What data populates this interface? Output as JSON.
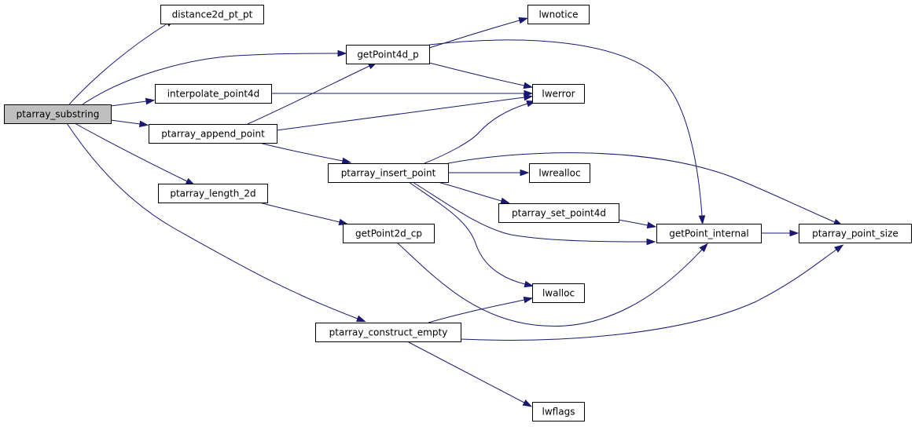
{
  "nodes": [
    {
      "id": "ptarray_substring",
      "label": "ptarray_substring",
      "highlighted": true
    },
    {
      "id": "distance2d_pt_pt",
      "label": "distance2d_pt_pt"
    },
    {
      "id": "getPoint4d_p",
      "label": "getPoint4d_p"
    },
    {
      "id": "interpolate_point4d",
      "label": "interpolate_point4d"
    },
    {
      "id": "ptarray_append_point",
      "label": "ptarray_append_point"
    },
    {
      "id": "ptarray_length_2d",
      "label": "ptarray_length_2d"
    },
    {
      "id": "ptarray_construct_empty",
      "label": "ptarray_construct_empty"
    },
    {
      "id": "lwnotice",
      "label": "lwnotice"
    },
    {
      "id": "lwerror",
      "label": "lwerror"
    },
    {
      "id": "ptarray_insert_point",
      "label": "ptarray_insert_point"
    },
    {
      "id": "getPoint2d_cp",
      "label": "getPoint2d_cp"
    },
    {
      "id": "lwrealloc",
      "label": "lwrealloc"
    },
    {
      "id": "ptarray_set_point4d",
      "label": "ptarray_set_point4d"
    },
    {
      "id": "getPoint_internal",
      "label": "getPoint_internal"
    },
    {
      "id": "ptarray_point_size",
      "label": "ptarray_point_size"
    },
    {
      "id": "lwalloc",
      "label": "lwalloc"
    },
    {
      "id": "lwflags",
      "label": "lwflags"
    }
  ],
  "edges": [
    {
      "from": "ptarray_substring",
      "to": "distance2d_pt_pt"
    },
    {
      "from": "ptarray_substring",
      "to": "getPoint4d_p"
    },
    {
      "from": "ptarray_substring",
      "to": "interpolate_point4d"
    },
    {
      "from": "ptarray_substring",
      "to": "ptarray_append_point"
    },
    {
      "from": "ptarray_substring",
      "to": "ptarray_length_2d"
    },
    {
      "from": "ptarray_substring",
      "to": "ptarray_construct_empty"
    },
    {
      "from": "getPoint4d_p",
      "to": "lwnotice"
    },
    {
      "from": "getPoint4d_p",
      "to": "lwerror"
    },
    {
      "from": "getPoint4d_p",
      "to": "getPoint_internal"
    },
    {
      "from": "interpolate_point4d",
      "to": "lwerror"
    },
    {
      "from": "ptarray_append_point",
      "to": "getPoint4d_p"
    },
    {
      "from": "ptarray_append_point",
      "to": "lwerror"
    },
    {
      "from": "ptarray_append_point",
      "to": "ptarray_insert_point"
    },
    {
      "from": "ptarray_length_2d",
      "to": "getPoint2d_cp"
    },
    {
      "from": "ptarray_insert_point",
      "to": "lwerror"
    },
    {
      "from": "ptarray_insert_point",
      "to": "lwrealloc"
    },
    {
      "from": "ptarray_insert_point",
      "to": "ptarray_set_point4d"
    },
    {
      "from": "ptarray_insert_point",
      "to": "getPoint_internal"
    },
    {
      "from": "ptarray_insert_point",
      "to": "ptarray_point_size"
    },
    {
      "from": "ptarray_insert_point",
      "to": "lwalloc"
    },
    {
      "from": "ptarray_set_point4d",
      "to": "getPoint_internal"
    },
    {
      "from": "getPoint_internal",
      "to": "ptarray_point_size"
    },
    {
      "from": "getPoint2d_cp",
      "to": "getPoint_internal"
    },
    {
      "from": "ptarray_construct_empty",
      "to": "lwalloc"
    },
    {
      "from": "ptarray_construct_empty",
      "to": "ptarray_point_size"
    },
    {
      "from": "ptarray_construct_empty",
      "to": "lwflags"
    }
  ],
  "colors": {
    "edge": "#191970",
    "highlighted_fill": "#bfbfbf",
    "node_fill": "#ffffff",
    "node_border": "#000000"
  }
}
